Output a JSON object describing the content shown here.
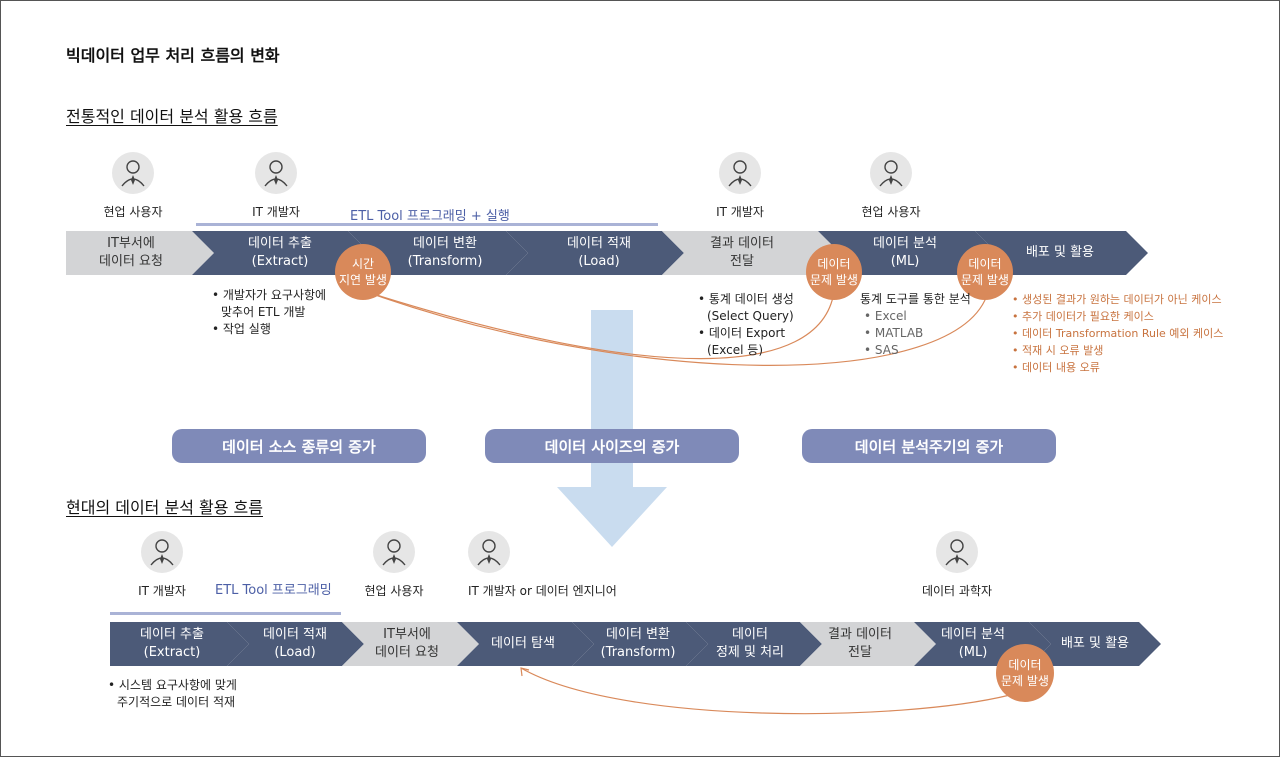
{
  "title": "빅데이터 업무 처리 흐름의 변화",
  "traditional": {
    "heading": "전통적인 데이터 분석 활용 흐름",
    "roles": [
      "현업 사용자",
      "IT 개발자",
      "IT 개발자",
      "현업 사용자"
    ],
    "etl_label": "ETL Tool 프로그래밍 + 실행",
    "steps": [
      {
        "line1": "IT부서에",
        "line2": "데이터 요청"
      },
      {
        "line1": "데이터 추출",
        "line2": "(Extract)"
      },
      {
        "line1": "데이터 변환",
        "line2": "(Transform)"
      },
      {
        "line1": "데이터 적재",
        "line2": "(Load)"
      },
      {
        "line1": "결과 데이터",
        "line2": "전달"
      },
      {
        "line1": "데이터 분석",
        "line2": "(ML)"
      },
      {
        "line1": "배포 및 활용",
        "line2": ""
      }
    ],
    "issues": [
      {
        "line1": "시간",
        "line2": "지연 발생"
      },
      {
        "line1": "데이터",
        "line2": "문제 발생"
      },
      {
        "line1": "데이터",
        "line2": "문제 발생"
      }
    ],
    "notes_extract": [
      "• 개발자가 요구사항에",
      "맞추어 ETL 개발",
      "• 작업 실행"
    ],
    "notes_result": [
      "• 통계 데이터 생성",
      "(Select Query)",
      "• 데이터 Export",
      "(Excel 등)"
    ],
    "notes_analysis": {
      "head": "통계 도구를 통한 분석",
      "items": [
        "• Excel",
        "• MATLAB",
        "• SAS"
      ]
    },
    "notes_problems": [
      "• 생성된 결과가 원하는 데이터가 아닌 케이스",
      "• 추가 데이터가 필요한 케이스",
      "• 데이터 Transformation Rule 예외 케이스",
      "• 적재 시 오류 발생",
      "• 데이터 내용 오류"
    ]
  },
  "drivers": [
    "데이터 소스 종류의 증가",
    "데이터 사이즈의 증가",
    "데이터 분석주기의 증가"
  ],
  "modern": {
    "heading": "현대의 데이터 분석 활용 흐름",
    "roles": [
      "IT 개발자",
      "현업 사용자",
      "IT 개발자 or 데이터 엔지니어",
      "데이터 과학자"
    ],
    "etl_label": "ETL Tool 프로그래밍",
    "steps": [
      {
        "line1": "데이터 추출",
        "line2": "(Extract)"
      },
      {
        "line1": "데이터 적재",
        "line2": "(Load)"
      },
      {
        "line1": "IT부서에",
        "line2": "데이터 요청"
      },
      {
        "line1": "데이터 탐색",
        "line2": ""
      },
      {
        "line1": "데이터 변환",
        "line2": "(Transform)"
      },
      {
        "line1": "데이터",
        "line2": "정제 및 처리"
      },
      {
        "line1": "결과 데이터",
        "line2": "전달"
      },
      {
        "line1": "데이터 분석",
        "line2": "(ML)"
      },
      {
        "line1": "배포 및 활용",
        "line2": ""
      }
    ],
    "issue": {
      "line1": "데이터",
      "line2": "문제 발생"
    },
    "notes": [
      "• 시스템 요구사항에 맞게",
      "주기적으로 데이터 적재"
    ]
  },
  "colors": {
    "dark_step": "#4c5a78",
    "light_step": "#d3d4d6",
    "issue": "#d9895a",
    "pill": "#7f8ab8",
    "arrow": "#c9dcef",
    "etl_text": "#4c5fa6",
    "problem_text": "#c8733f"
  }
}
